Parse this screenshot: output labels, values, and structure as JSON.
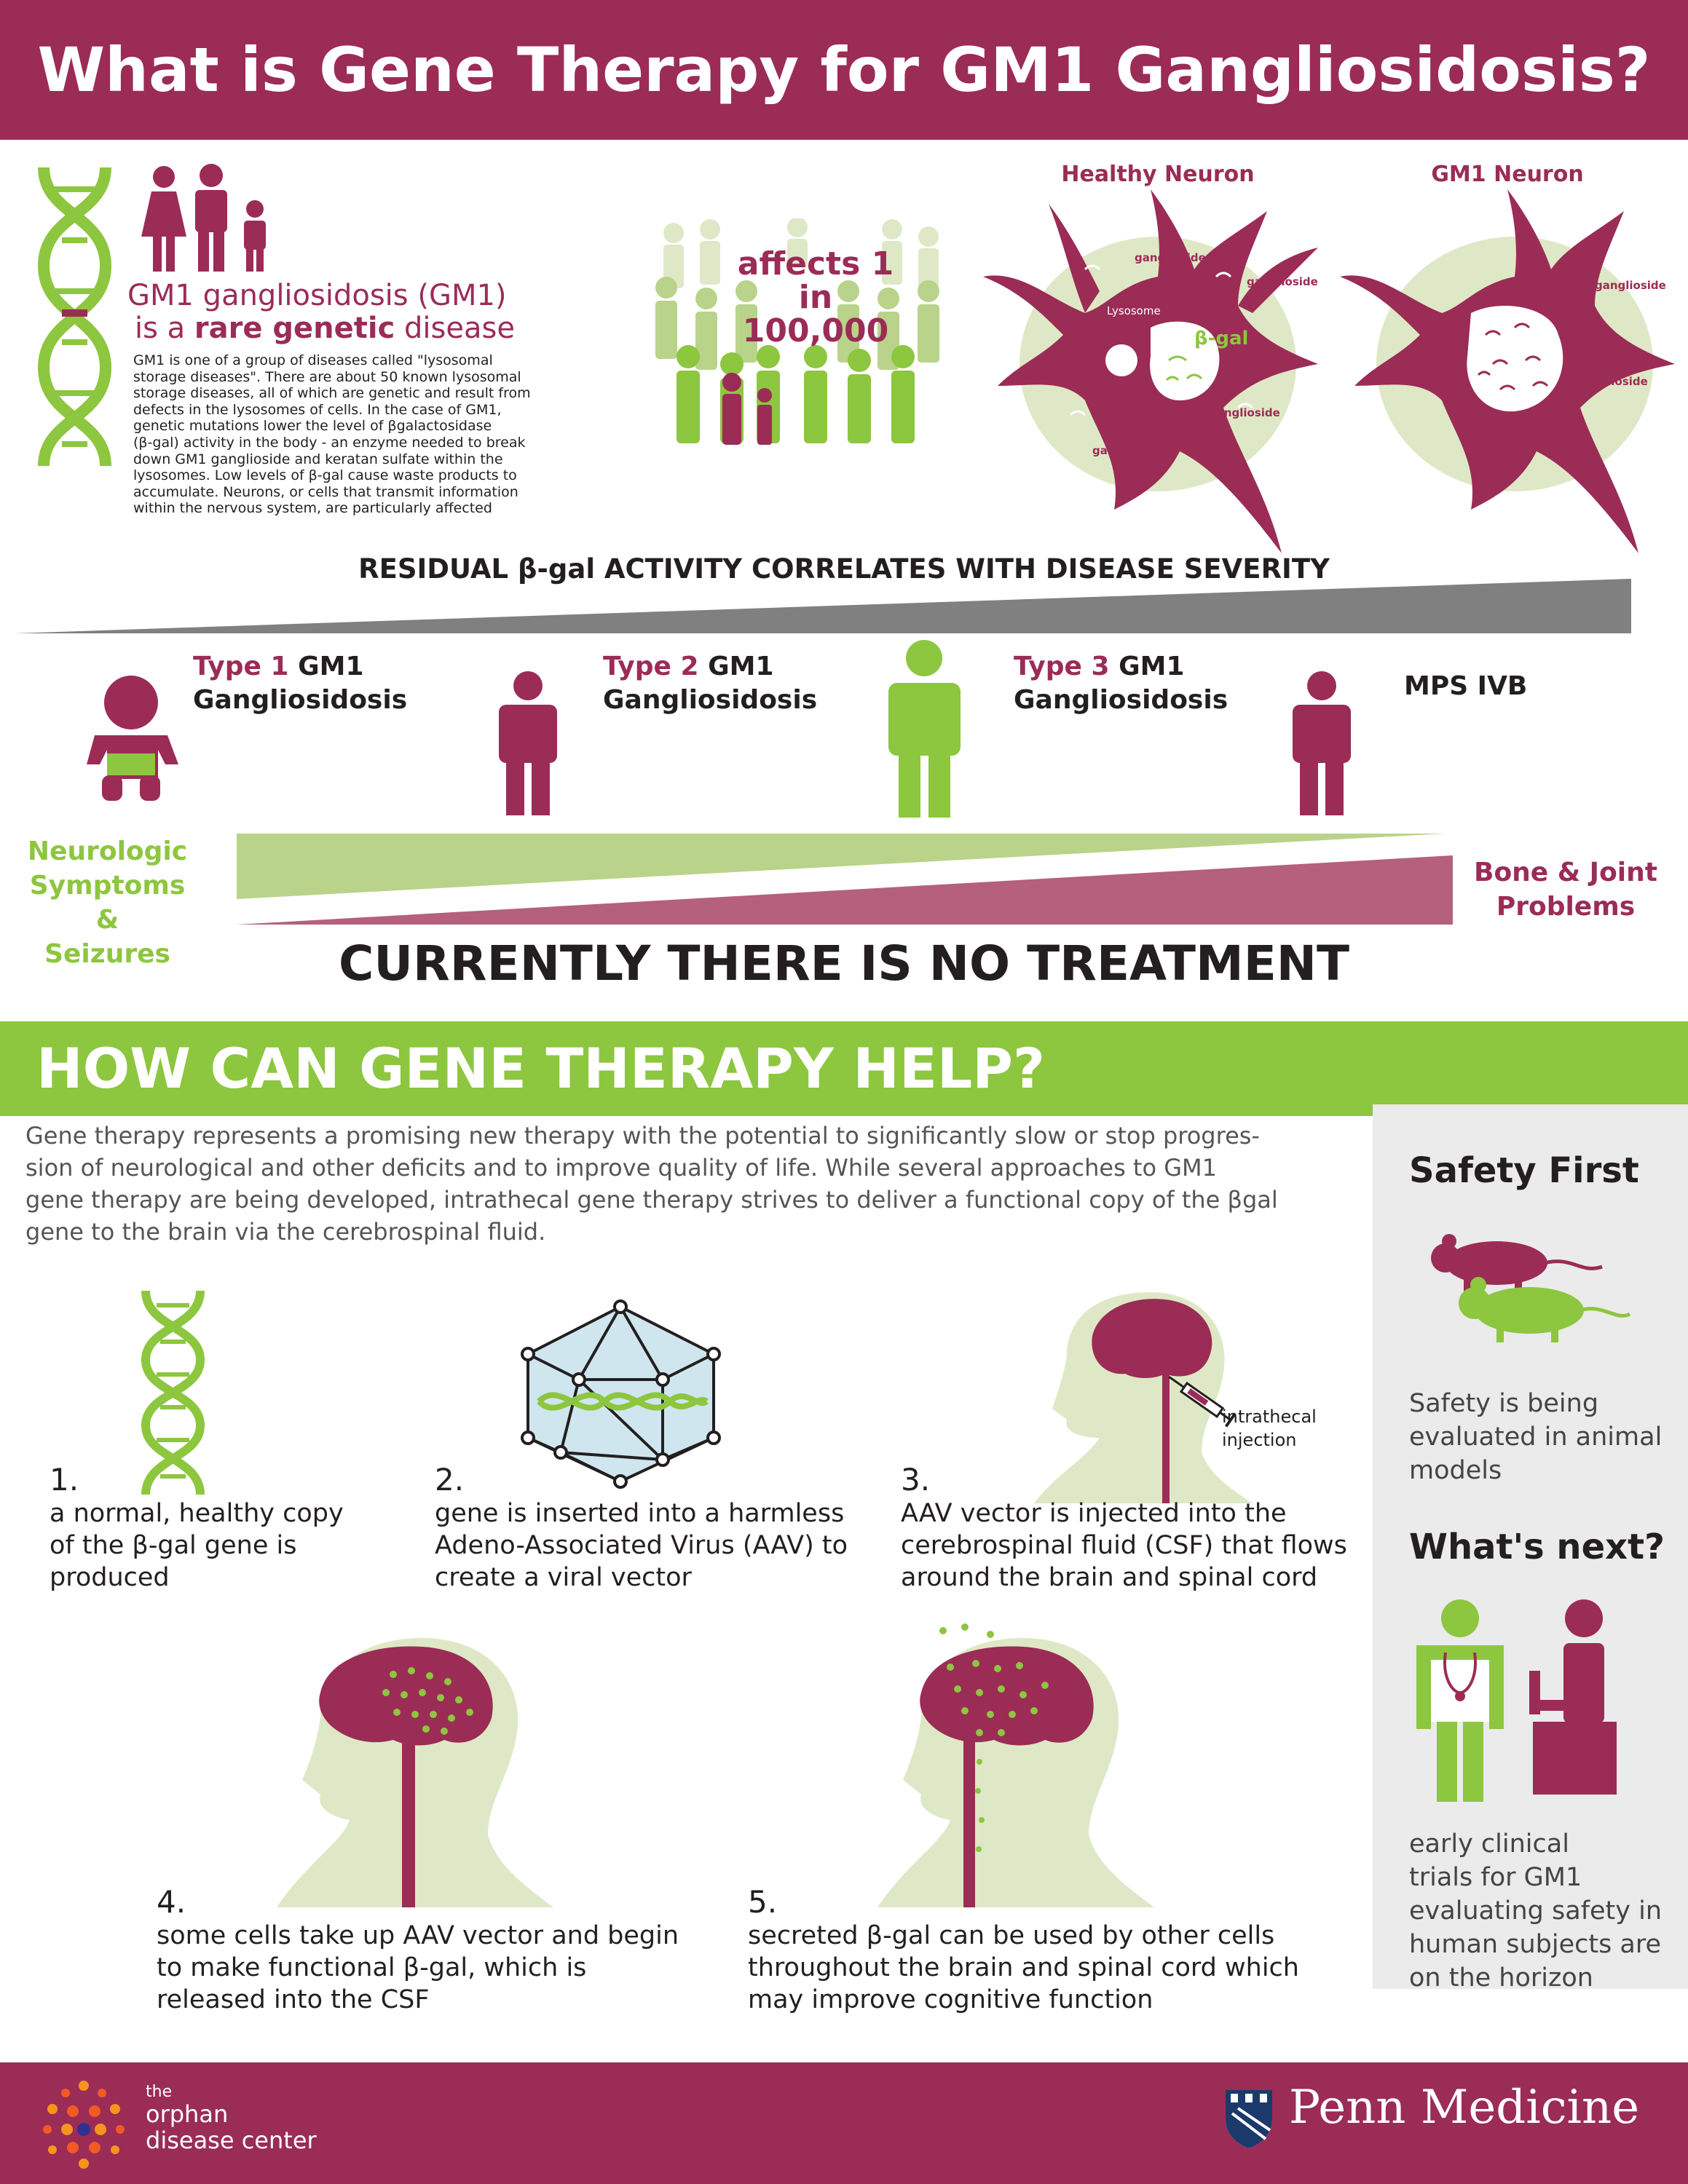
{
  "title": "What is Gene Therapy for GM1 Gangliosidosis?",
  "intro": {
    "headline_line1": "GM1 gangliosidosis (GM1)",
    "headline_line2_pre": "is a ",
    "headline_line2_bold": "rare genetic",
    "headline_line2_post": " disease",
    "paragraph_lines": [
      "GM1 is one of a group of diseases called \"lysosomal",
      "storage diseases\". There are about 50 known lysosomal",
      "storage diseases, all of which are genetic and result from",
      "defects in the lysosomes of cells. In the case of GM1,",
      "genetic mutations lower the level of βgalactosidase",
      "(β-gal) activity in the body - an enzyme needed to break",
      "down GM1 ganglioside and keratan sulfate within the",
      "lysosomes. Low levels of β-gal cause waste products to",
      "accumulate. Neurons, or cells that transmit information",
      "within the nervous system, are particularly affected"
    ]
  },
  "prevalence": {
    "line1": "affects 1 in",
    "line2": "100,000"
  },
  "neurons": {
    "healthy_label": "Healthy Neuron",
    "gm1_label": "GM1 Neuron",
    "ganglioside": "ganglioside",
    "lysosome": "Lysosome",
    "bgal": "β-gal"
  },
  "severity": {
    "heading": "RESIDUAL β-gal ACTIVITY CORRELATES WITH DISEASE SEVERITY",
    "types": [
      {
        "num": "Type 1",
        "name": " GM1",
        "line2": "Gangliosidosis"
      },
      {
        "num": "Type 2",
        "name": " GM1",
        "line2": "Gangliosidosis"
      },
      {
        "num": "Type 3",
        "name": " GM1",
        "line2": "Gangliosidosis"
      },
      {
        "num": "",
        "name": "MPS IVB",
        "line2": ""
      }
    ],
    "left_label": [
      "Neurologic",
      "Symptoms &",
      "Seizures"
    ],
    "right_label": [
      "Bone & Joint",
      "Problems"
    ],
    "no_treatment": "CURRENTLY THERE IS NO TREATMENT"
  },
  "help": {
    "heading": "HOW CAN GENE THERAPY HELP?",
    "paragraph_lines": [
      "Gene therapy represents a promising new therapy with the potential to significantly slow or stop progres-",
      "sion of neurological and other deficits and to improve quality of life. While several approaches to GM1",
      "gene therapy are being developed, intrathecal gene therapy strives to deliver a functional copy of the βgal",
      "gene to the brain via the cerebrospinal fluid."
    ],
    "injection_label": [
      "intrathecal",
      "injection"
    ],
    "steps": [
      {
        "num": "1.",
        "lines": [
          "a normal, healthy copy",
          "of the β-gal gene is",
          "produced"
        ]
      },
      {
        "num": "2.",
        "lines": [
          "gene is inserted into a harmless",
          "Adeno-Associated Virus (AAV) to",
          "create a viral vector"
        ]
      },
      {
        "num": "3.",
        "lines": [
          "AAV vector is injected into the",
          "cerebrospinal fluid (CSF) that flows",
          "around the brain and spinal cord"
        ]
      },
      {
        "num": "4.",
        "lines": [
          "some cells take up AAV vector and begin",
          "to make functional β-gal, which is",
          "released into the CSF"
        ]
      },
      {
        "num": "5.",
        "lines": [
          "secreted β-gal can be used by other cells",
          "throughout the brain and spinal cord which",
          "may improve cognitive function"
        ]
      }
    ]
  },
  "sidebar": {
    "safety_heading": "Safety First",
    "safety_lines": [
      "Safety is being",
      "evaluated in animal",
      "models"
    ],
    "next_heading": "What's next?",
    "next_lines": [
      "early clinical",
      "trials for GM1",
      "evaluating safety in",
      "human subjects are",
      "on the horizon"
    ]
  },
  "footer": {
    "orphan_line1": "the",
    "orphan_line2": "orphan",
    "orphan_line3": "disease center",
    "penn": "Penn Medicine"
  },
  "colors": {
    "maroon": "#9b2c55",
    "green": "#8dc63f",
    "light_green": "#dfe8c6",
    "gray": "#808080"
  }
}
